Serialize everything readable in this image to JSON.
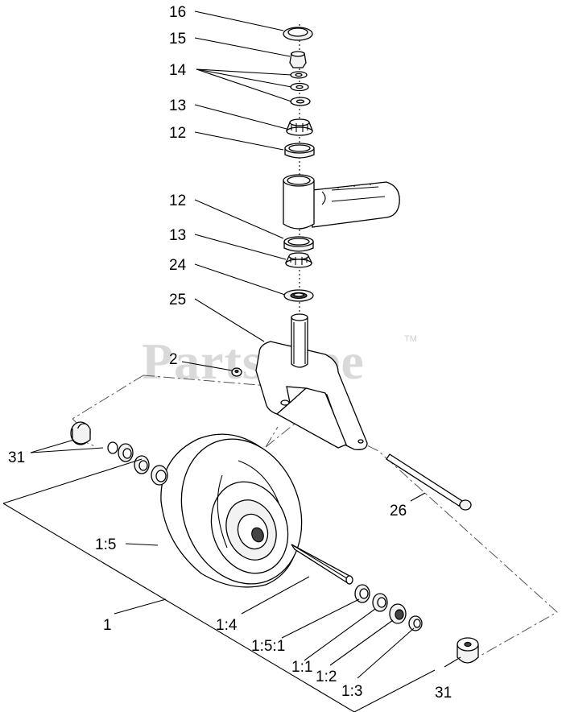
{
  "diagram": {
    "watermark": "PartsTree",
    "watermark_tm": "TM",
    "callouts": [
      {
        "id": "c16",
        "text": "16"
      },
      {
        "id": "c15",
        "text": "15"
      },
      {
        "id": "c14",
        "text": "14"
      },
      {
        "id": "c13a",
        "text": "13"
      },
      {
        "id": "c12a",
        "text": "12"
      },
      {
        "id": "c12b",
        "text": "12"
      },
      {
        "id": "c13b",
        "text": "13"
      },
      {
        "id": "c24",
        "text": "24"
      },
      {
        "id": "c25",
        "text": "25"
      },
      {
        "id": "c2",
        "text": "2"
      },
      {
        "id": "c31a",
        "text": "31"
      },
      {
        "id": "c26",
        "text": "26"
      },
      {
        "id": "c15w",
        "text": "1:5"
      },
      {
        "id": "c1",
        "text": "1"
      },
      {
        "id": "c14w",
        "text": "1:4"
      },
      {
        "id": "c151",
        "text": "1:5:1"
      },
      {
        "id": "c11",
        "text": "1:1"
      },
      {
        "id": "c12w",
        "text": "1:2"
      },
      {
        "id": "c13w",
        "text": "1:3"
      },
      {
        "id": "c31b",
        "text": "31"
      }
    ]
  }
}
